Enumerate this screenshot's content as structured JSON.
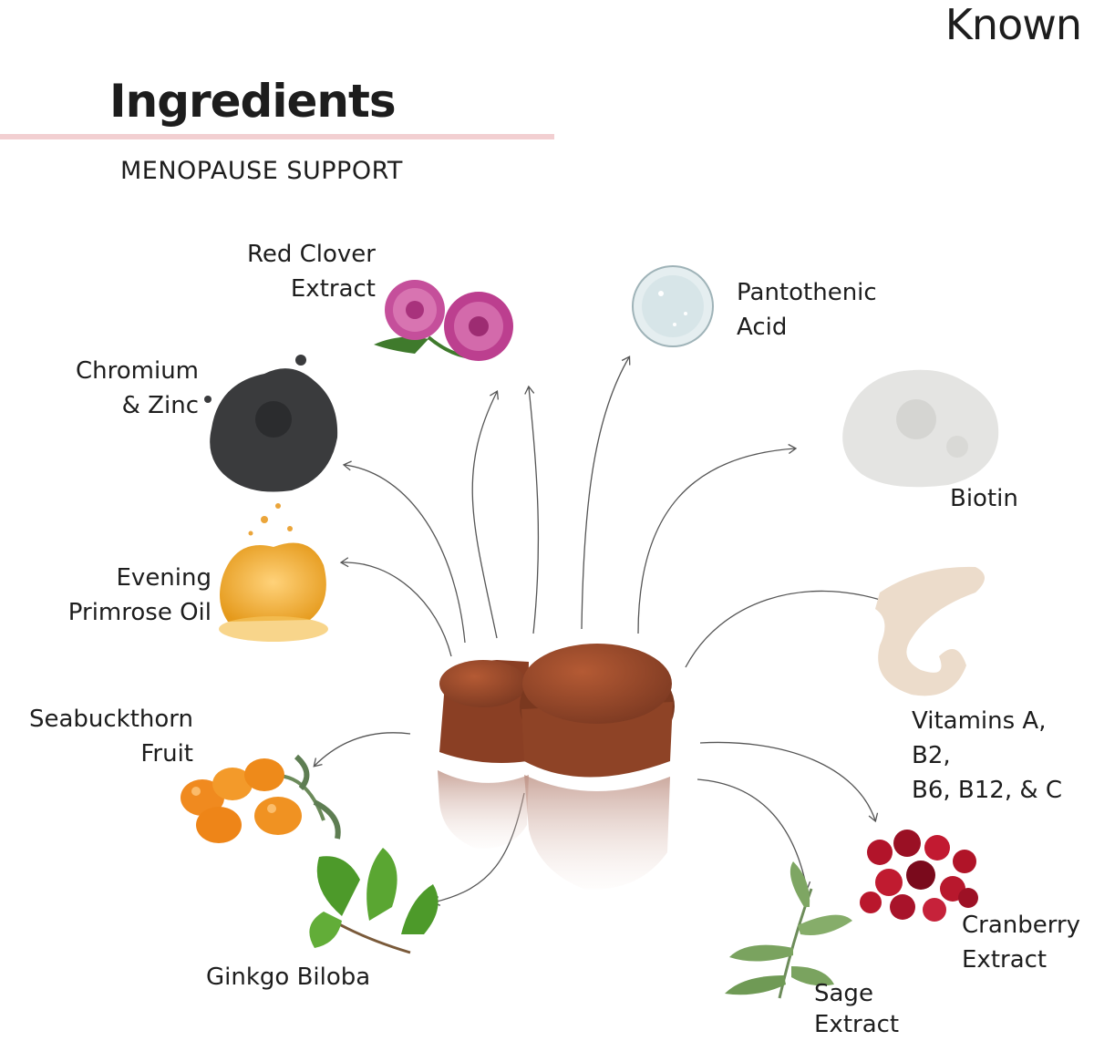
{
  "brand": "Known",
  "title": "Ingredients",
  "subtitle": "MENOPAUSE SUPPORT",
  "ingredients": {
    "red_clover": [
      "Red Clover",
      "Extract"
    ],
    "pantothenic": [
      "Pantothenic",
      "Acid"
    ],
    "chromium": [
      "Chromium",
      "& Zinc"
    ],
    "biotin": [
      "Biotin"
    ],
    "primrose": [
      "Evening",
      "Primrose Oil"
    ],
    "vitamins": [
      "Vitamins A, B2,",
      "B6, B12, & C"
    ],
    "seabuckthorn": [
      "Seabuckthorn",
      "Fruit"
    ],
    "ginkgo": [
      "Ginkgo Biloba"
    ],
    "cranberry": [
      "Cranberry",
      "Extract"
    ],
    "sage": [
      "Sage",
      "Extract"
    ]
  },
  "colors": {
    "accent_underline": "#f2cfd1",
    "gummy": "#9a4a2c",
    "arrow": "#555555"
  },
  "icons": [
    "clover-flower-icon",
    "gel-drop-icon",
    "black-powder-icon",
    "white-powder-icon",
    "oil-splash-icon",
    "cream-swirl-icon",
    "berries-icon",
    "ginkgo-leaf-icon",
    "cranberries-icon",
    "sage-leaf-icon",
    "gummy-icon"
  ]
}
